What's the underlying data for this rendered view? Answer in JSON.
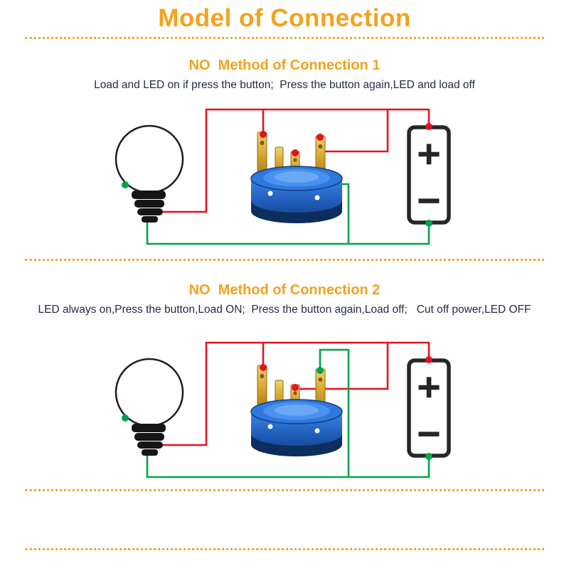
{
  "page": {
    "title": "Model of Connection"
  },
  "sections": [
    {
      "heading": "NO  Method of Connection 1",
      "description": "Load and LED on if press the button;  Press the button again,LED and load off"
    },
    {
      "heading": "NO  Method of Connection 2",
      "description": "LED always on,Press the button,Load ON;  Press the button again,Load off;   Cut off power,LED OFF"
    }
  ],
  "battery_labels": {
    "plus": "+",
    "minus": "−"
  },
  "components": {
    "bulb": "light-bulb",
    "switch": "push-button-switch",
    "battery": "battery"
  },
  "colors": {
    "accent_orange": "#F5A11C",
    "separator_orange": "#F0A437",
    "text_navy": "#1E2A44",
    "wire_live_red": "#E8101E",
    "wire_led_green": "#00A44A",
    "switch_blue": "#2F78DD",
    "pin_gold": "#D9A82F"
  }
}
